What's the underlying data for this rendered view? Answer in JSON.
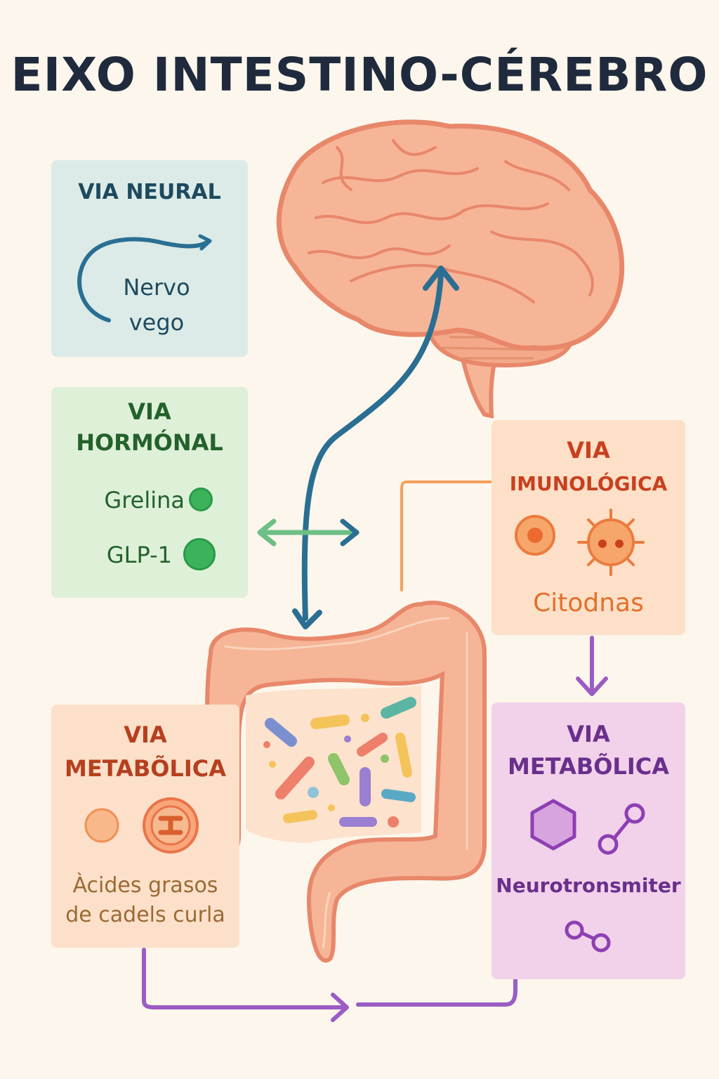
{
  "title": "EIXO INTESTINO-CÉREBRO",
  "panels": {
    "neural": {
      "title": "VIA NEURAL",
      "label_line1": "Nervo",
      "label_line2": "vego"
    },
    "hormonal": {
      "title_line1": "VIA",
      "title_line2": "HORMÓNAL",
      "item1": "Grelina",
      "item2": "GLP-1"
    },
    "immune": {
      "title_line1": "VIA",
      "title_line2": "IMUNOLÓGICA",
      "label": "Citodnas"
    },
    "metabolic_left": {
      "title_line1": "VIA",
      "title_line2": "METABÕLICA",
      "label_line1": "Àcides grasos",
      "label_line2": "de cadels curla"
    },
    "metabolic_right": {
      "title_line1": "VIA",
      "title_line2": "METABÕLICA",
      "label": "Neurotronsmiter"
    }
  },
  "colors": {
    "background": "#fcf6ec",
    "neural_bg": "#dcebe7",
    "neural_text": "#1e4a5f",
    "neural_arrow": "#2a6f93",
    "hormonal_bg": "#dff0d9",
    "hormonal_text": "#23622b",
    "hormonal_dot": "#3cb35a",
    "hormonal_arrow": "#6dbf85",
    "immune_bg": "#fde0c7",
    "immune_title": "#c9401f",
    "immune_text": "#e46f2c",
    "immune_line": "#f2a05a",
    "metabolic_left_bg": "#fde0c9",
    "metabolic_left_title": "#b5401e",
    "metabolic_left_text": "#9a6a35",
    "metabolic_right_bg": "#f1d2ea",
    "metabolic_right_text": "#6a2f8c",
    "metabolic_arrow": "#9b5cc4",
    "organ_fill": "#f6b596",
    "organ_stroke": "#e8876a"
  },
  "icons": [
    "vagus-nerve-icon",
    "hormone-dot-icon",
    "immune-cell-icon",
    "virus-icon",
    "molecule-circle-icon",
    "scfa-molecule-icon",
    "hexagon-molecule-icon",
    "dumbbell-molecule-icon",
    "brain-icon",
    "intestine-icon",
    "bacteria-icon"
  ]
}
